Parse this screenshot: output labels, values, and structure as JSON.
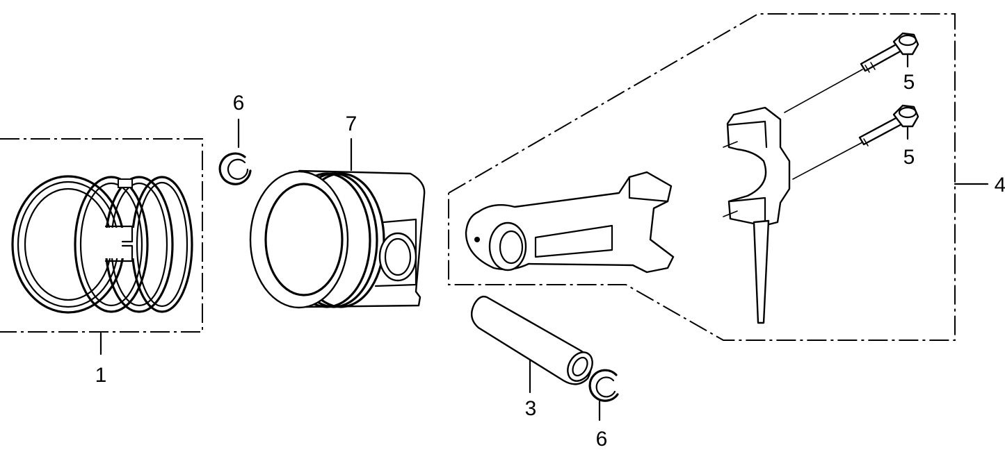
{
  "callouts": {
    "piston_ring_set": "1",
    "piston_pin": "3",
    "connecting_rod_assembly": "4",
    "rod_bolt_upper": "5",
    "rod_bolt_lower": "5",
    "pin_clip_upper": "6",
    "pin_clip_lower": "6",
    "piston": "7"
  }
}
